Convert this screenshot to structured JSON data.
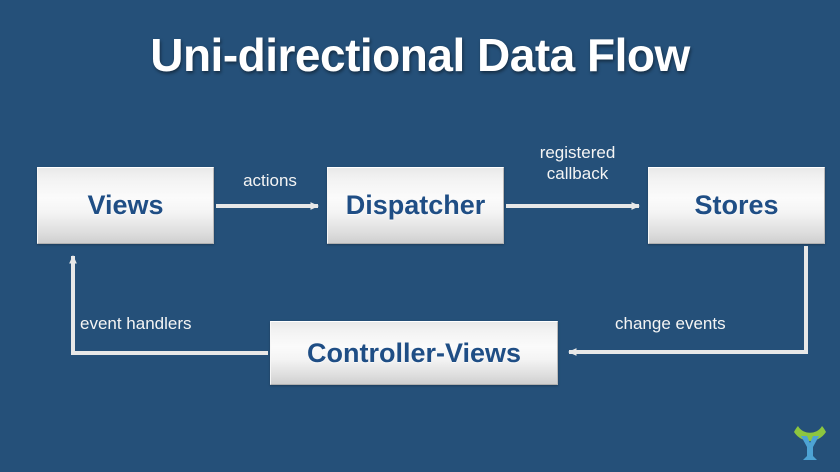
{
  "slide": {
    "title": "Uni-directional Data Flow",
    "background_color": "#255079",
    "node_text_color": "#1f4e85",
    "label_text_color": "#f4f4f4",
    "arrow_color": "#e8e8e8"
  },
  "nodes": [
    {
      "id": "views",
      "label": "Views"
    },
    {
      "id": "dispatcher",
      "label": "Dispatcher"
    },
    {
      "id": "stores",
      "label": "Stores"
    },
    {
      "id": "controller",
      "label": "Controller-Views"
    }
  ],
  "edges": [
    {
      "id": "actions",
      "label": "actions",
      "from": "views",
      "to": "dispatcher"
    },
    {
      "id": "registered",
      "label": "registered\ncallback",
      "from": "dispatcher",
      "to": "stores"
    },
    {
      "id": "change",
      "label": "change events",
      "from": "stores",
      "to": "controller"
    },
    {
      "id": "event",
      "label": "event handlers",
      "from": "controller",
      "to": "views"
    }
  ],
  "logo": {
    "name": "brand-logo",
    "arc_color": "#8cc63f",
    "figure_color": "#4da3d4"
  }
}
